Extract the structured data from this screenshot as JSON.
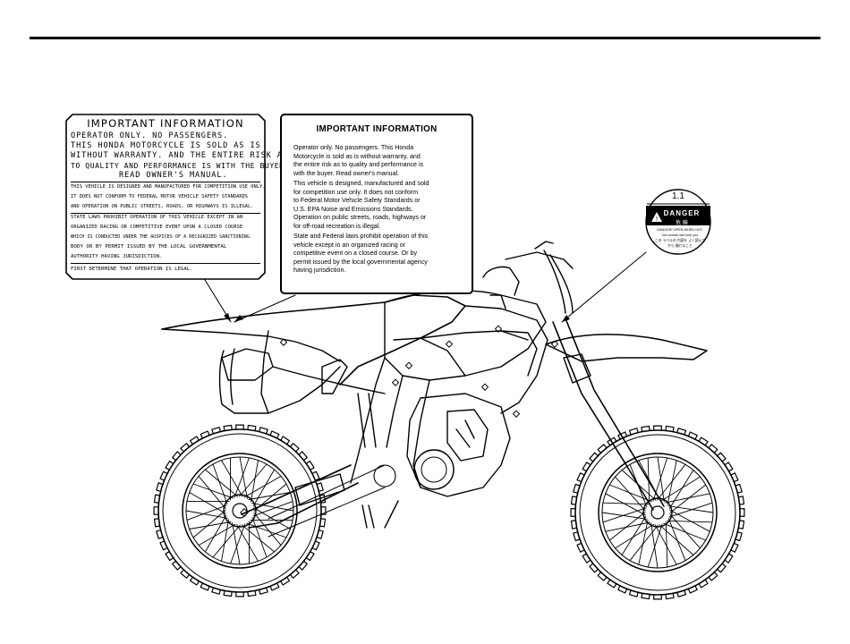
{
  "label_1": {
    "title": "IMPORTANT INFORMATION",
    "lines_caps": [
      "OPERATOR ONLY. NO PASSENGERS.",
      "THIS HONDA MOTORCYCLE IS SOLD AS IS",
      "WITHOUT WARRANTY. AND THE ENTIRE RISK AS",
      "TO QUALITY AND PERFORMANCE IS WITH THE BUYER.",
      "READ OWNER'S MANUAL."
    ],
    "lines_small": [
      "THIS VEHICLE IS DESIGNED AND MANUFACTURED FOR COMPETITION USE ONLY.",
      "IT DOES NOT CONFORM TO FEDERAL MOTOR VEHICLE SAFETY STANDARDS",
      "AND OPERATION ON PUBLIC STREETS, ROADS, OR HIGHWAYS IS ILLEGAL."
    ],
    "lines_state": [
      "STATE LAWS PROHIBIT OPERATION OF THIS VEHICLE EXCEPT IN AN",
      "ORGANIZED RACING OR COMPETITIVE EVENT UPON A CLOSED COURSE",
      "WHICH IS CONDUCTED UNDER THE AUSPICES OF A RECOGNIZED SANCTIONING",
      "BODY OR BY PERMIT ISSUED BY THE LOCAL GOVERNMENTAL",
      "AUTHORITY HAVING JURISDICTION."
    ],
    "last_line": "FIRST DETERMINE THAT OPERATION IS LEGAL."
  },
  "label_2": {
    "title": "IMPORTANT INFORMATION",
    "paragraphs": [
      [
        "Operator only. No passengers. This Honda",
        "Motorcycle is sold as is without warranty, and",
        "the entire risk as to quality and performance is",
        "with the buyer. Read owner's manual."
      ],
      [
        "This vehicle is designed, manufactured and sold",
        "for competition use only. It does not conform",
        "to Federal Motor Vehicle Safety Standards or",
        "U.S. EPA Noise and Emissions Standards.",
        "Operation on public streets, roads, highways or",
        "for off-road recreation is illegal."
      ],
      [
        "State and Federal laws prohibit operation of this",
        "vehicle except in an organized racing or",
        "competitive event on a closed course. Or by",
        "permit issued by the local governmental agency",
        "having jurisdiction."
      ]
    ]
  },
  "danger_label": {
    "number": "1.1",
    "word": "DANGER",
    "kanji": "危 険",
    "small_lines": [
      "DANGER! OPEN WHEN HOT.",
      "hot coolant will burn you",
      "この ラベルの 内容を よく読んで",
      "から 開けること"
    ]
  },
  "colors": {
    "ink": "#000000",
    "paper": "#ffffff"
  }
}
